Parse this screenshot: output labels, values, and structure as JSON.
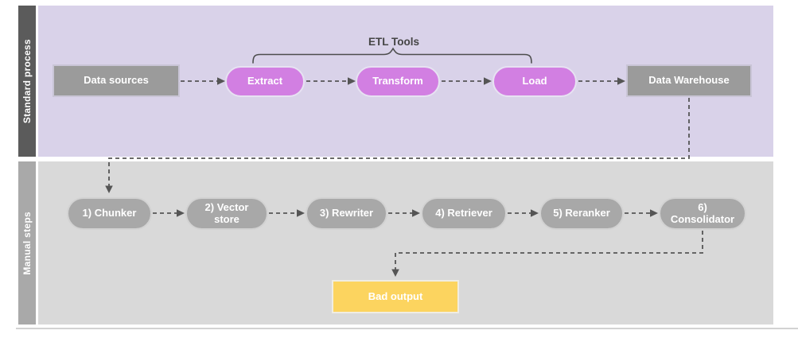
{
  "diagram": {
    "title_annotation": "ETL Tools",
    "lanes": [
      {
        "label": "Standard process",
        "nodes": [
          "data_sources",
          "extract",
          "transform",
          "load",
          "data_warehouse"
        ]
      },
      {
        "label": "Manual steps",
        "nodes": [
          "chunker",
          "vector_store",
          "rewriter",
          "retriever",
          "reranker",
          "consolidator",
          "bad_output"
        ]
      }
    ],
    "nodes": {
      "data_sources": "Data sources",
      "extract": "Extract",
      "transform": "Transform",
      "load": "Load",
      "data_warehouse": "Data Warehouse",
      "chunker": "1) Chunker",
      "vector_store": "2) Vector store",
      "rewriter": "3) Rewriter",
      "retriever": "4) Retriever",
      "reranker": "5) Reranker",
      "consolidator": "6) Consolidator",
      "bad_output": "Bad output"
    },
    "edges": [
      {
        "from": "data_sources",
        "to": "extract",
        "style": "dashed"
      },
      {
        "from": "extract",
        "to": "transform",
        "style": "dashed"
      },
      {
        "from": "transform",
        "to": "load",
        "style": "dashed"
      },
      {
        "from": "load",
        "to": "data_warehouse",
        "style": "dashed"
      },
      {
        "from": "data_warehouse",
        "to": "chunker",
        "style": "dashed"
      },
      {
        "from": "chunker",
        "to": "vector_store",
        "style": "dashed"
      },
      {
        "from": "vector_store",
        "to": "rewriter",
        "style": "dashed"
      },
      {
        "from": "rewriter",
        "to": "retriever",
        "style": "dashed"
      },
      {
        "from": "retriever",
        "to": "reranker",
        "style": "dashed"
      },
      {
        "from": "reranker",
        "to": "consolidator",
        "style": "dashed"
      },
      {
        "from": "consolidator",
        "to": "bad_output",
        "style": "dashed"
      }
    ],
    "bracket_scope": [
      "extract",
      "transform",
      "load"
    ],
    "colors": {
      "lane1_bg": "#d9d2e9",
      "lane1_bar": "#5b5b5b",
      "lane2_bg": "#d9d9d9",
      "lane2_bar": "#a9a9a9",
      "pill_fill": "#d27fe2",
      "gray_node": "#9b9b9b",
      "step_pill": "#a8a8a8",
      "bad_output": "#fcd45f",
      "connector": "#555555",
      "label_text": "#ffffff",
      "annotation_text": "#454545"
    }
  }
}
